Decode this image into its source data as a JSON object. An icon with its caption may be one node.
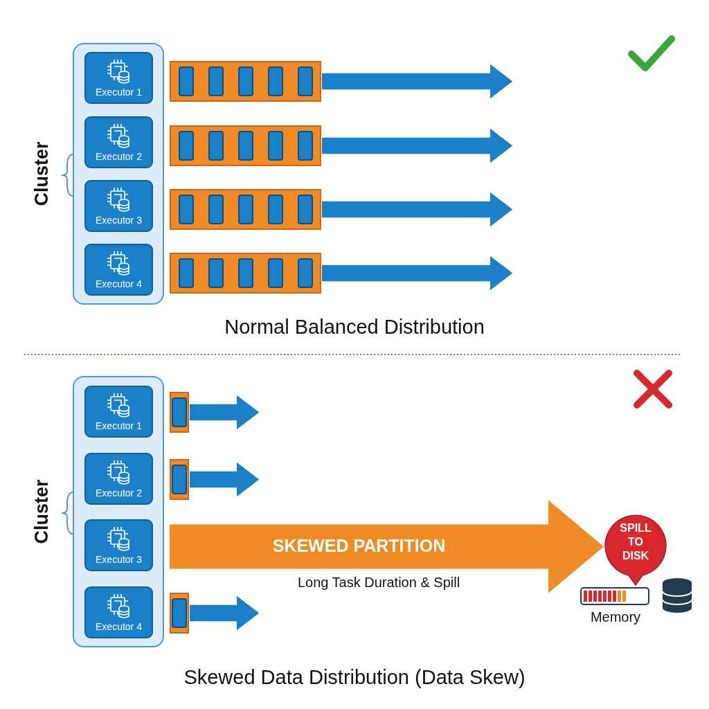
{
  "diagram": {
    "nodes": [
      {
        "text": [
          "Cluster"
        ]
      },
      {
        "text": [
          "Executor 1"
        ],
        "in": 0
      },
      {
        "text": [
          "Executor 2"
        ],
        "in": 0
      },
      {
        "text": [
          "Executor 3"
        ],
        "in": 0
      },
      {
        "text": [
          "Executor 4"
        ],
        "in": 0
      },
      {
        "text": [],
        "shape": "bar"
      },
      {
        "text": [],
        "shape": "bar"
      },
      {
        "text": [],
        "shape": "bar"
      },
      {
        "text": [],
        "shape": "bar"
      },
      {
        "text": [
          "Cluster"
        ]
      },
      {
        "text": [
          "Executor 1"
        ],
        "in": 9
      },
      {
        "text": [
          "Executor 2"
        ],
        "in": 9
      },
      {
        "text": [
          "Executor 3"
        ],
        "in": 9
      },
      {
        "text": [
          "Executor 4"
        ],
        "in": 9
      },
      {
        "text": [],
        "shape": "bar"
      },
      {
        "text": [],
        "shape": "bar"
      },
      {
        "text": [],
        "shape": "bar"
      },
      {
        "text": [
          "SPILL TO DISK"
        ]
      },
      {
        "text": [
          "Memory"
        ]
      }
    ],
    "edges": [
      {
        "from": 5,
        "to": null,
        "arrow": "to"
      },
      {
        "from": 6,
        "to": null,
        "arrow": "to"
      },
      {
        "from": 7,
        "to": null,
        "arrow": "to"
      },
      {
        "from": 8,
        "to": null,
        "arrow": "to"
      },
      {
        "from": 14,
        "to": null,
        "arrow": "to"
      },
      {
        "from": 15,
        "to": null,
        "arrow": "to"
      },
      {
        "from": 12,
        "to": 17,
        "arrow": "to",
        "label": "SKEWED PARTITION",
        "style": "thick",
        "color": "#f08a24"
      },
      {
        "from": 16,
        "to": null,
        "arrow": "to"
      }
    ],
    "labels": [
      "Normal Balanced Distribution",
      "Long Task Duration & Spill",
      "Skewed Data Distribution (Data Skew)"
    ]
  }
}
